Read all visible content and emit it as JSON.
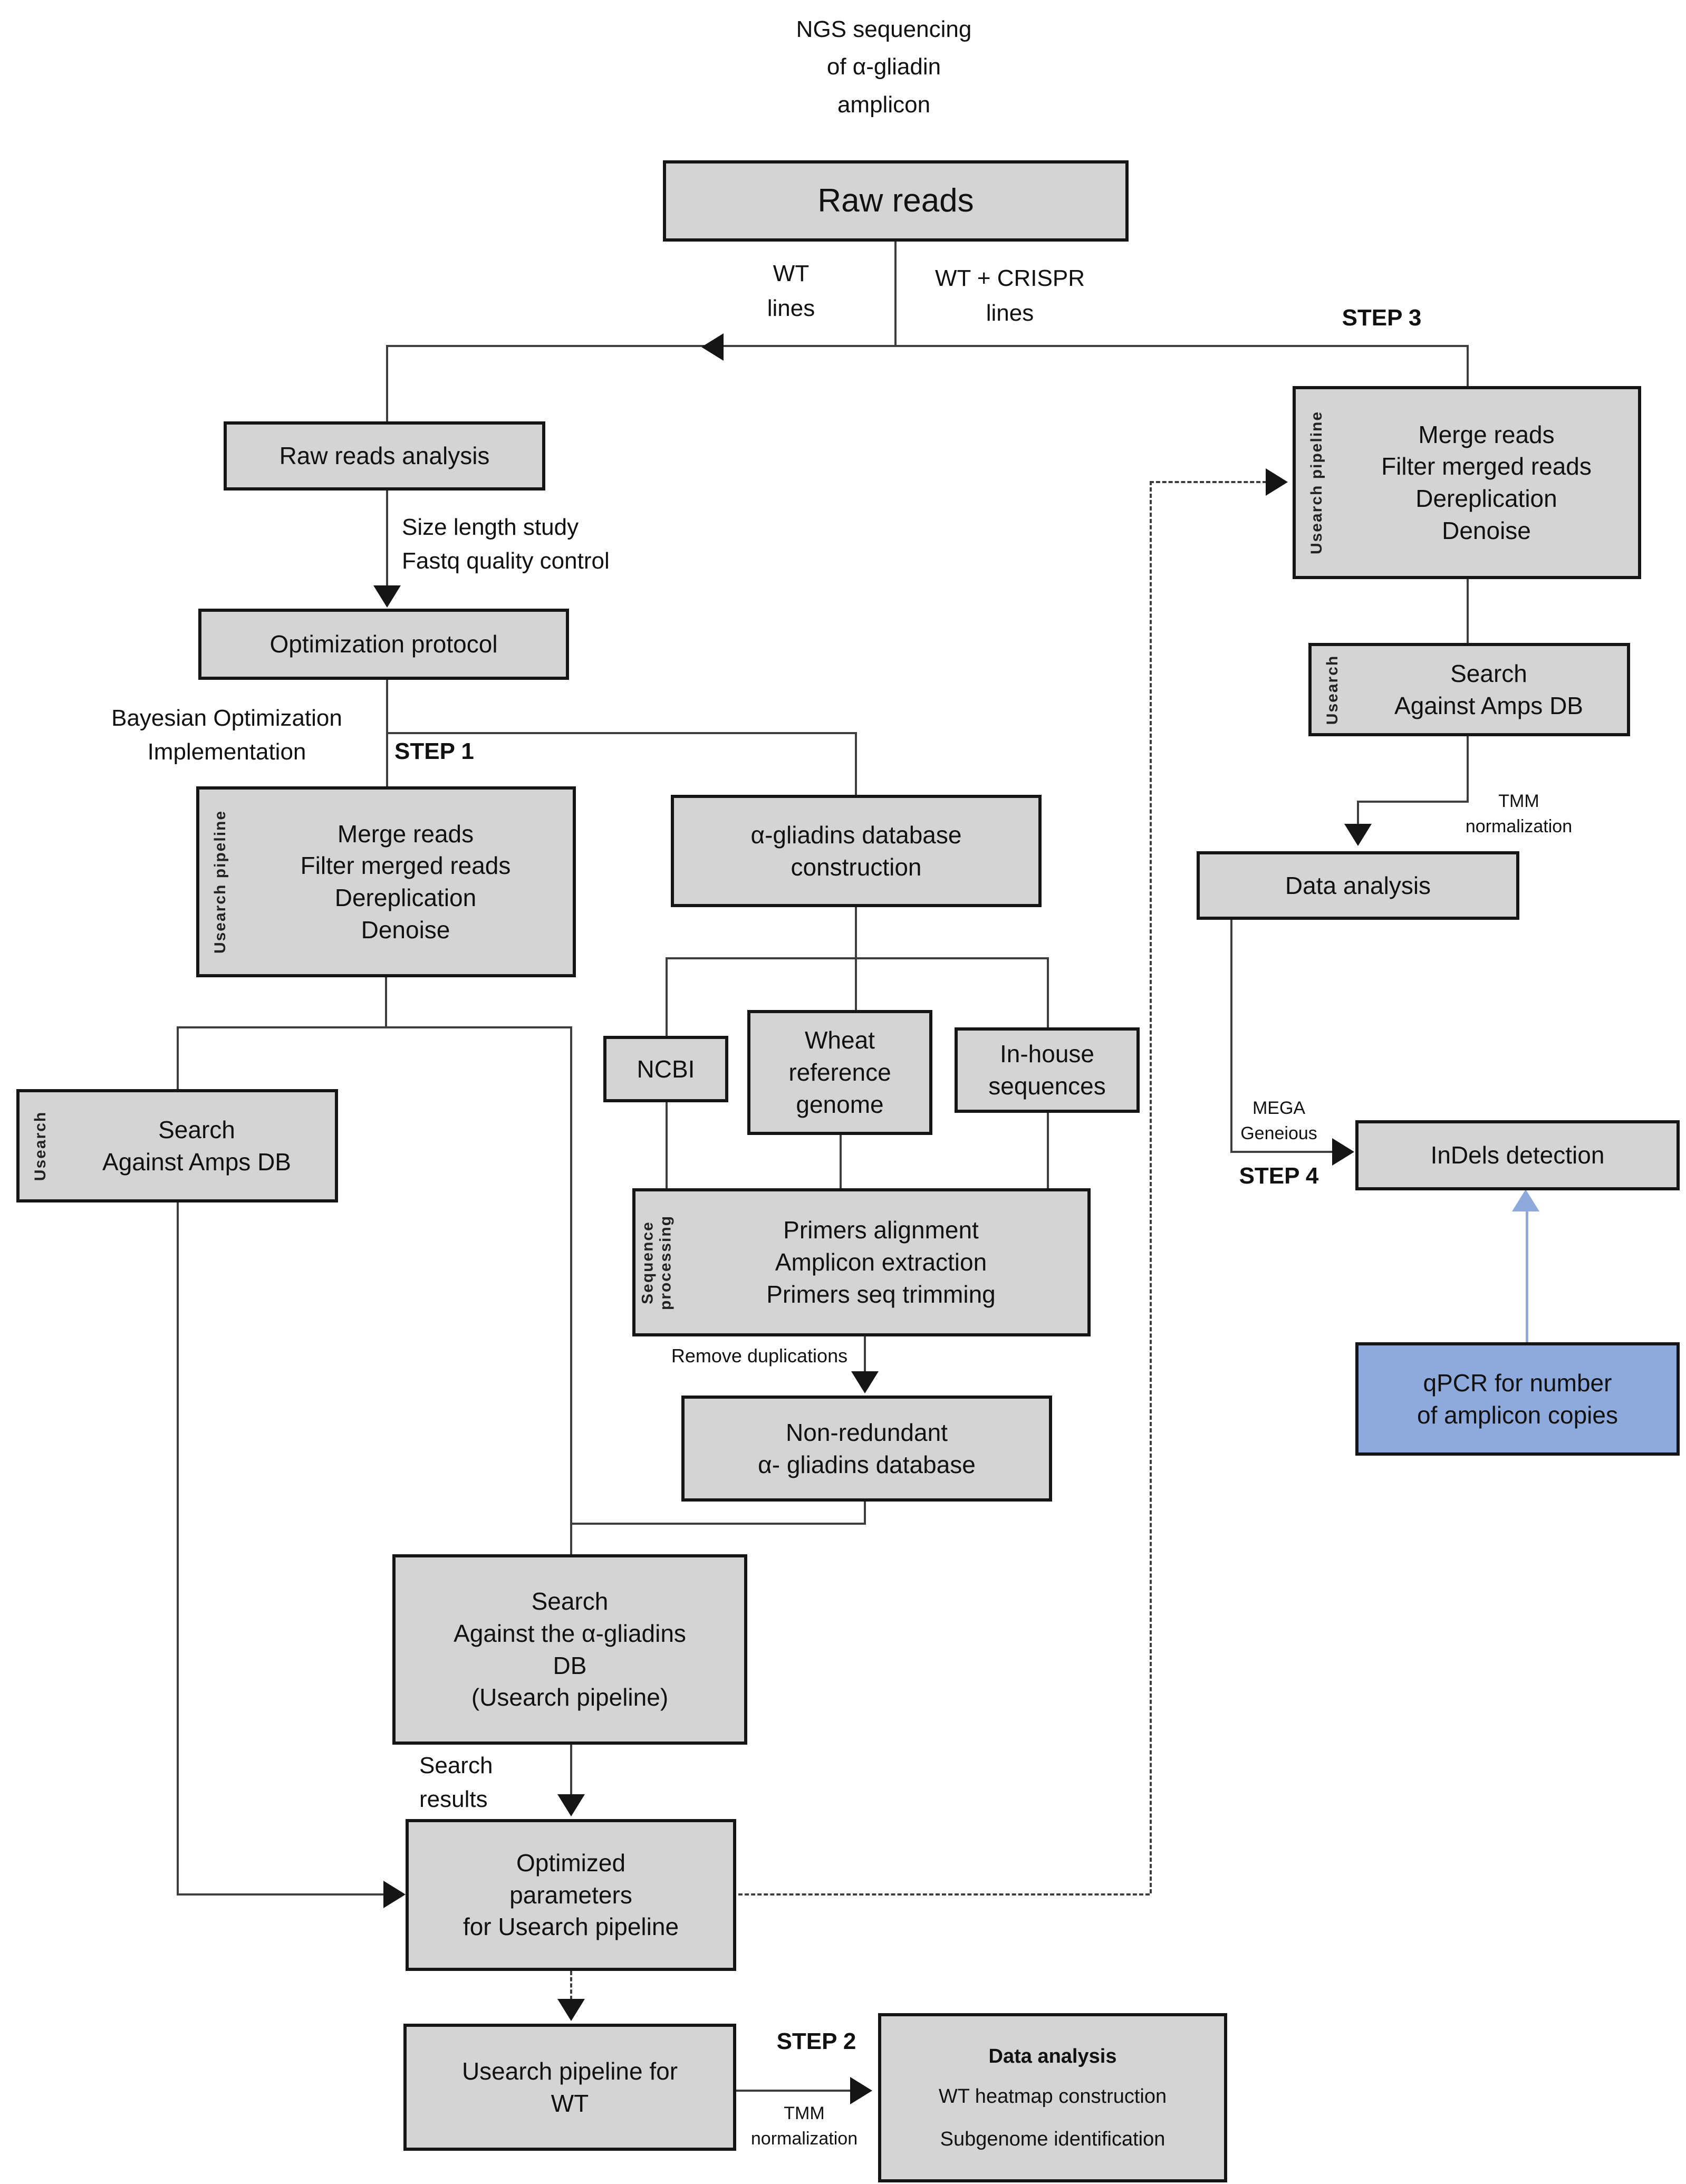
{
  "diagram": {
    "title": "NGS sequencing\nof α-gliadin\namplicon",
    "colors": {
      "node_fill": "#d4d4d4",
      "node_border": "#151515",
      "highlight_fill": "#8ea9db",
      "highlight_arrow": "#8ea9db",
      "connector": "#3d3d3d"
    },
    "nodes": {
      "raw_reads": {
        "label": "Raw reads"
      },
      "raw_reads_analysis": {
        "label": "Raw reads analysis"
      },
      "optimization_protocol": {
        "label": "Optimization protocol"
      },
      "usearch_pipeline_step1": {
        "label": "Merge reads\nFilter merged reads\nDereplication\nDenoise",
        "side_label": "Usearch pipeline"
      },
      "search_amps_db_left": {
        "label": "Search\nAgainst Amps DB",
        "side_label": "Usearch"
      },
      "gliadins_db_construction": {
        "label": "α-gliadins database\nconstruction"
      },
      "ncbi": {
        "label": "NCBI"
      },
      "wheat_reference_genome": {
        "label": "Wheat\nreference\ngenome"
      },
      "in_house_sequences": {
        "label": "In-house\nsequences"
      },
      "sequence_processing": {
        "label": "Primers alignment\nAmplicon extraction\nPrimers seq trimming",
        "side_label": "Sequence\nprocessing"
      },
      "non_redundant_db": {
        "label": "Non-redundant\nα- gliadins database"
      },
      "search_gliadins_db": {
        "label": "Search\nAgainst the α-gliadins\nDB\n(Usearch pipeline)"
      },
      "optimized_parameters": {
        "label": "Optimized\nparameters\nfor Usearch pipeline"
      },
      "usearch_pipeline_wt": {
        "label": "Usearch pipeline for\nWT"
      },
      "data_analysis_wt": {
        "title": "Data analysis",
        "line1": "WT heatmap construction",
        "line2": "Subgenome identification"
      },
      "usearch_pipeline_step3": {
        "label": "Merge reads\nFilter merged reads\nDereplication\nDenoise",
        "side_label": "Usearch pipeline"
      },
      "search_amps_db_right": {
        "label": "Search\nAgainst Amps DB",
        "side_label": "Usearch"
      },
      "data_analysis_crispr": {
        "label": "Data analysis"
      },
      "indels_detection": {
        "label": "InDels detection"
      },
      "qpcr_copies": {
        "label": "qPCR for number\nof amplicon copies"
      }
    },
    "annotations": {
      "wt_lines": "WT\nlines",
      "wt_crispr_lines": "WT + CRISPR\nlines",
      "step1": "STEP 1",
      "step2": "STEP 2",
      "step3": "STEP 3",
      "step4": "STEP 4",
      "size_length": "Size length study\nFastq quality control",
      "bayesian": "Bayesian Optimization\nImplementation",
      "tmm_step3": "TMM\nnormalization",
      "mega_geneious": "MEGA\nGeneious",
      "remove_duplications": "Remove duplications",
      "search_results": "Search\nresults",
      "tmm_step2": "TMM\nnormalization"
    }
  }
}
